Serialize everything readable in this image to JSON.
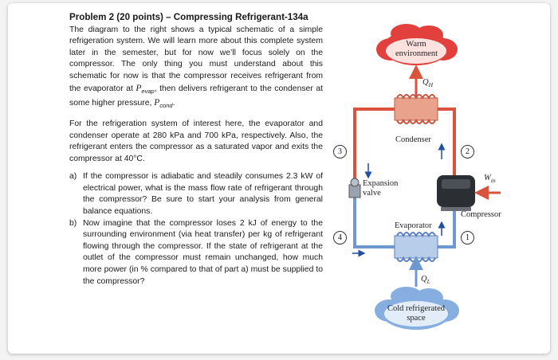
{
  "problem": {
    "title": "Problem 2 (20 points) – Compressing Refrigerant-134a",
    "intro_parts": [
      "The diagram to the right shows a typical schematic of a simple refrigeration system. We will learn more about this complete system later in the semester, but for now we’ll focus solely on the compressor. The only thing you must understand about this schematic for now is that the compressor receives refrigerant from the evaporator at ",
      "P",
      "evap",
      ", then delivers refrigerant to the condenser at some higher pressure, ",
      "P",
      "cond",
      "."
    ],
    "setup": "For the refrigeration system of interest here, the evaporator and condenser operate at 280 kPa and 700 kPa, respectively. Also, the refrigerant enters the compressor as a saturated vapor and exits the compressor at 40°C.",
    "questions": [
      {
        "label": "a)",
        "text": "If the compressor is adiabatic and steadily consumes 2.3 kW of electrical power, what is the mass flow rate of refrigerant through the compressor? Be sure to start your analysis from general balance equations."
      },
      {
        "label": "b)",
        "text": "Now imagine that the compressor loses 2 kJ of energy to the surrounding environment (via heat transfer) per kg of refrigerant flowing through the compressor. If the state of refrigerant at the outlet of the compressor must remain unchanged, how much more power (in % compared to that of part a) must be supplied to the compressor?"
      }
    ]
  },
  "diagram": {
    "warm_cloud": [
      "Warm",
      "environment"
    ],
    "cold_cloud": [
      "Cold refrigerated",
      "space"
    ],
    "q_h": "Q",
    "q_h_sub": "H",
    "q_l": "Q",
    "q_l_sub": "L",
    "condenser": "Condenser",
    "evaporator": "Evaporator",
    "expansion_valve": [
      "Expansion",
      "valve"
    ],
    "compressor": "Compressor",
    "w_in": "W",
    "w_in_sub": "in",
    "states": [
      "1",
      "2",
      "3",
      "4"
    ],
    "colors": {
      "hot": "#d9533d",
      "cold": "#6e98cf",
      "warm_cloud": "#e2403d",
      "cold_cloud": "#86aee0",
      "arrow": "#1f4fa3"
    }
  }
}
